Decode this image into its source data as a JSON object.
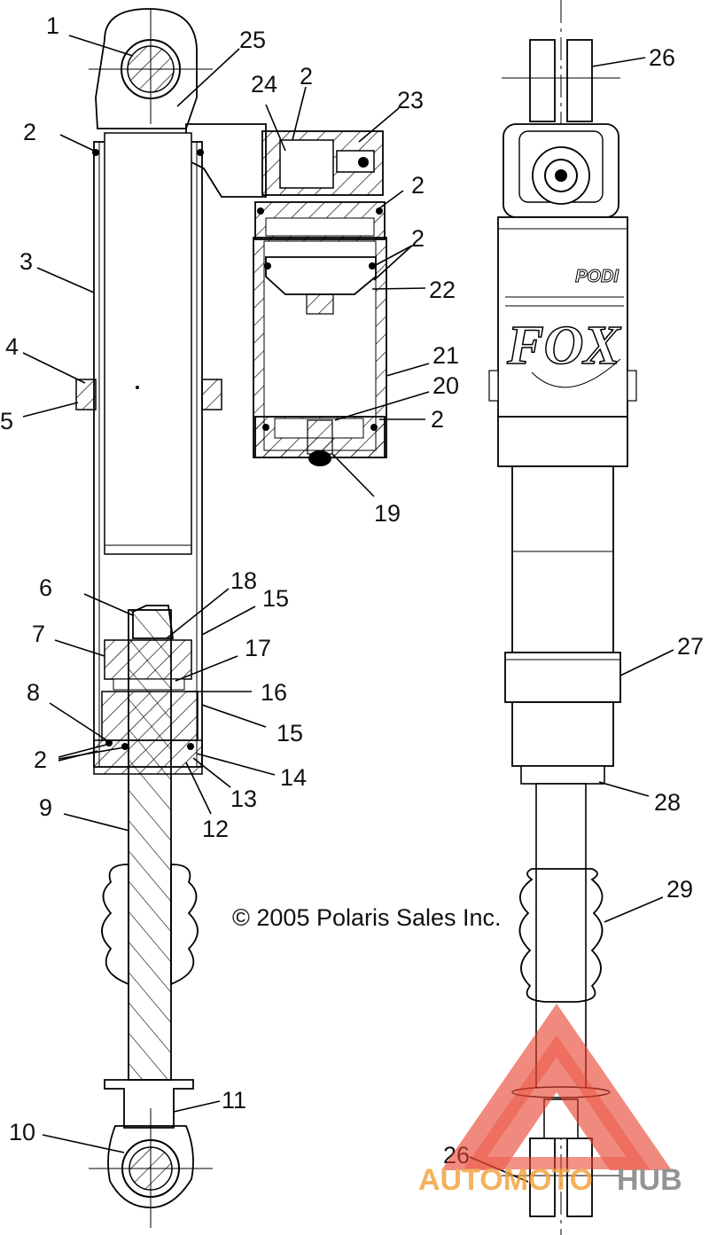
{
  "copyright": "© 2005 Polaris Sales Inc.",
  "brand_marks": {
    "model": "PODI",
    "maker": "FOX"
  },
  "callouts": [
    "1",
    "25",
    "24",
    "2",
    "23",
    "2",
    "3",
    "2",
    "2",
    "22",
    "4",
    "21",
    "5",
    "20",
    "2",
    "19",
    "6",
    "18",
    "15",
    "7",
    "17",
    "8",
    "16",
    "15",
    "2",
    "14",
    "13",
    "12",
    "9",
    "11",
    "10",
    "26",
    "27",
    "28",
    "29",
    "26"
  ],
  "watermark": {
    "left": "AUTOMOTO",
    "right": "HUB",
    "left_color": "#f3a13b",
    "right_color": "#7d7d7d",
    "triangle_color": "#e8412e"
  },
  "colors": {
    "ink": "#000000",
    "hatch": "#000000",
    "background": "#ffffff"
  }
}
